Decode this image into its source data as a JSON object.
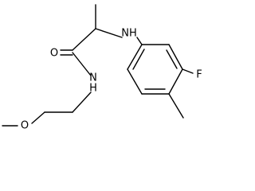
{
  "structure": {
    "line_color": "#000000",
    "background": "#ffffff",
    "atoms": {
      "oxygen_carbonyl": "O",
      "nh_amine": "NH",
      "nh_amide": "N\nH",
      "fluorine": "F",
      "oxygen_ether": "O"
    }
  }
}
